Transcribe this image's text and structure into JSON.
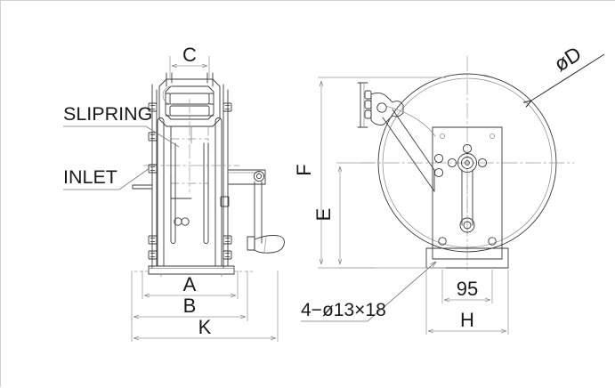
{
  "drawing": {
    "title": "Hose Reel Assembly Dimensional Drawing",
    "background_color": "#ffffff",
    "line_color": "#3a3a3a",
    "thin_line_color": "#8d8d8d",
    "text_color": "#1a1a1a",
    "border_color": "#cfcfcf"
  },
  "annotations": {
    "slipring": "SLIPRING",
    "inlet": "INLET",
    "hole_note": "4−ø13×18",
    "diameter": "øD"
  },
  "dimensions": {
    "c": "C",
    "a": "A",
    "b": "B",
    "k": "K",
    "f": "F",
    "e": "E",
    "h": "H",
    "base_width": "95"
  },
  "views": {
    "front": {
      "name": "front-view"
    },
    "side": {
      "name": "side-view"
    }
  }
}
